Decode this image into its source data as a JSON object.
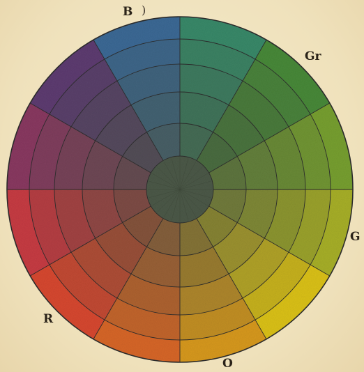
{
  "labels": {
    "b": "B",
    "gr": "Gr",
    "g": "G",
    "o": "O",
    "r": "R"
  },
  "wheel": {
    "sector_count": 12,
    "ring_count": 5,
    "center_color": "#4e5a48",
    "sector_hues": [
      {
        "name": "green-blue",
        "outer": "#3a8a6a"
      },
      {
        "name": "green",
        "outer": "#4a8a3a"
      },
      {
        "name": "yellow-green",
        "outer": "#78a032"
      },
      {
        "name": "chartreuse",
        "outer": "#a8b02a"
      },
      {
        "name": "yellow",
        "outer": "#dcc21c"
      },
      {
        "name": "yellow-orange",
        "outer": "#d89a22"
      },
      {
        "name": "orange",
        "outer": "#d8682a"
      },
      {
        "name": "red-orange",
        "outer": "#d84a30"
      },
      {
        "name": "red",
        "outer": "#c83c44"
      },
      {
        "name": "purple",
        "outer": "#8a3a62"
      },
      {
        "name": "violet",
        "outer": "#5e3e72"
      },
      {
        "name": "blue",
        "outer": "#3e6a96"
      }
    ],
    "line_color": "#2b2b2b"
  }
}
